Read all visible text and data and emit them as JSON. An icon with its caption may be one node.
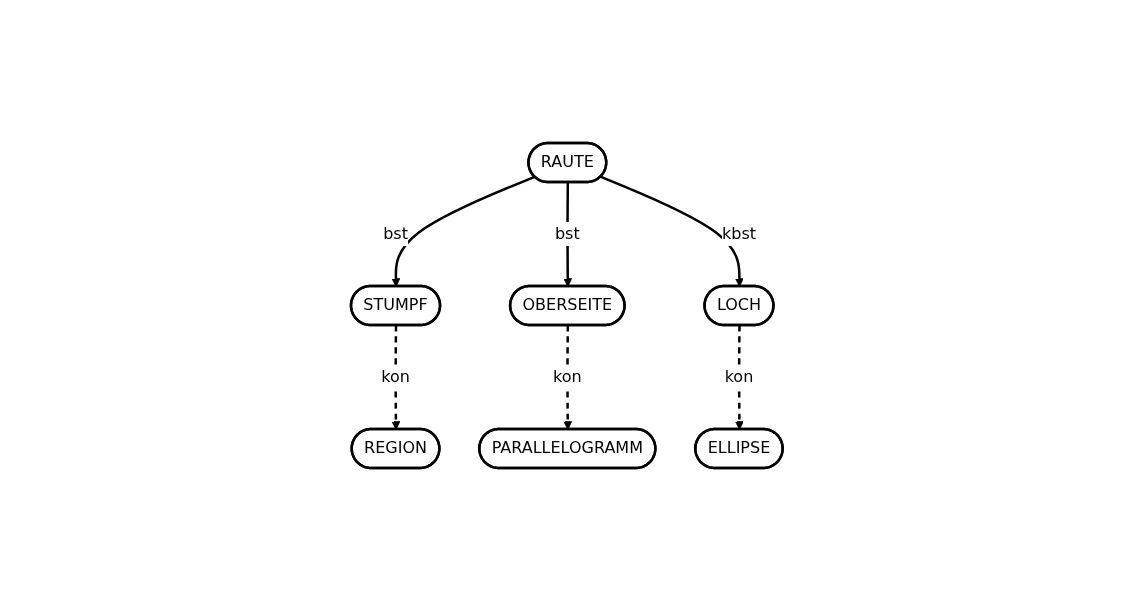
{
  "diagram": {
    "nodes": [
      {
        "text": [
          "RAUTE"
        ]
      },
      {
        "text": [
          "STUMPF"
        ]
      },
      {
        "text": [
          "OBERSEITE"
        ]
      },
      {
        "text": [
          "LOCH"
        ]
      },
      {
        "text": [
          "REGION"
        ]
      },
      {
        "text": [
          "PARALLELOGRAMM"
        ]
      },
      {
        "text": [
          "ELLIPSE"
        ]
      }
    ],
    "edges": [
      {
        "from": 0,
        "to": 1,
        "arrow": "to",
        "label": "bst"
      },
      {
        "from": 0,
        "to": 2,
        "arrow": "to",
        "label": "bst"
      },
      {
        "from": 0,
        "to": 3,
        "arrow": "to",
        "label": "kbst"
      },
      {
        "from": 1,
        "to": 4,
        "arrow": "to",
        "label": "kon",
        "style": "dashed"
      },
      {
        "from": 2,
        "to": 5,
        "arrow": "to",
        "label": "kon",
        "style": "dashed"
      },
      {
        "from": 3,
        "to": 6,
        "arrow": "to",
        "label": "kon",
        "style": "dashed"
      }
    ]
  }
}
